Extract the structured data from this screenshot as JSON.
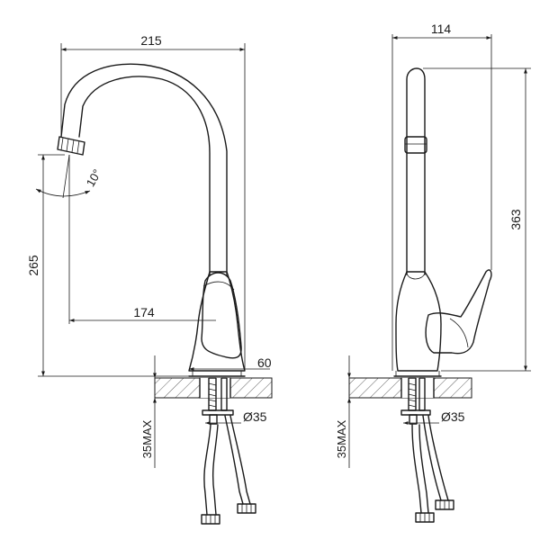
{
  "front_view": {
    "width_label": "215",
    "height_label": "265",
    "reach_label": "174",
    "angle_label": "10°",
    "base_label": "60",
    "hole_label": "Ø35",
    "deck_label": "35MAX"
  },
  "side_view": {
    "depth_label": "114",
    "height_label": "363",
    "hole_label": "Ø35",
    "deck_label": "35MAX"
  },
  "colors": {
    "line": "#1a1a1a",
    "background": "#ffffff"
  }
}
